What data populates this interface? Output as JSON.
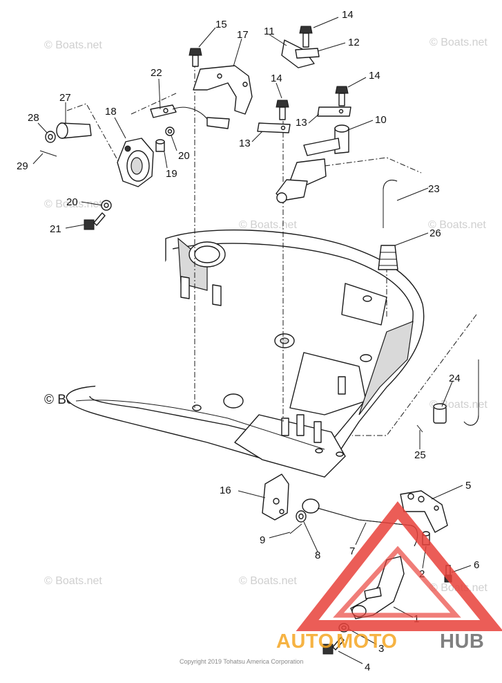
{
  "watermarks": {
    "small": "© Boats.net",
    "large": "© Boats.net"
  },
  "copyright": "Copyright 2019 Tohatsu America Corporation",
  "logo": {
    "auto": "AUTO",
    "moto": "MOTO",
    "hub": "HUB",
    "colors": {
      "red": "#e8413a",
      "orange": "#f5a623",
      "gray": "#6b6b6b"
    }
  },
  "callouts": [
    {
      "num": "15"
    },
    {
      "num": "17"
    },
    {
      "num": "11"
    },
    {
      "num": "14"
    },
    {
      "num": "12"
    },
    {
      "num": "22"
    },
    {
      "num": "14"
    },
    {
      "num": "14"
    },
    {
      "num": "27"
    },
    {
      "num": "28"
    },
    {
      "num": "18"
    },
    {
      "num": "13"
    },
    {
      "num": "10"
    },
    {
      "num": "13"
    },
    {
      "num": "20"
    },
    {
      "num": "29"
    },
    {
      "num": "19"
    },
    {
      "num": "23"
    },
    {
      "num": "20"
    },
    {
      "num": "21"
    },
    {
      "num": "26"
    },
    {
      "num": "24"
    },
    {
      "num": "25"
    },
    {
      "num": "16"
    },
    {
      "num": "5"
    },
    {
      "num": "9"
    },
    {
      "num": "8"
    },
    {
      "num": "7"
    },
    {
      "num": "6"
    },
    {
      "num": "2"
    },
    {
      "num": "1"
    },
    {
      "num": "3"
    },
    {
      "num": "4"
    }
  ]
}
